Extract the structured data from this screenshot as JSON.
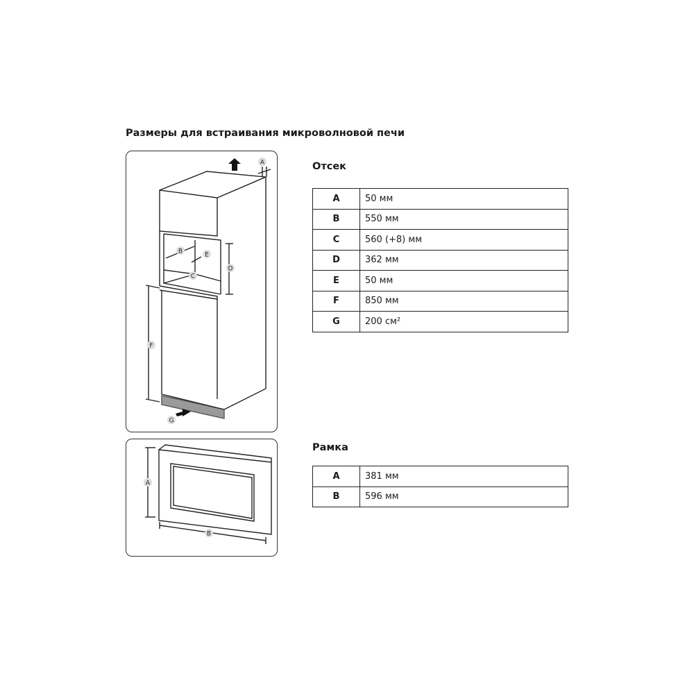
{
  "title": "Размеры для встраивания микроволновой печи",
  "compartment": {
    "heading": "Отсек",
    "rows": [
      {
        "key": "A",
        "value": "50 мм"
      },
      {
        "key": "B",
        "value": "550 мм"
      },
      {
        "key": "C",
        "value": "560 (+8) мм"
      },
      {
        "key": "D",
        "value": "362 мм"
      },
      {
        "key": "E",
        "value": "50 мм"
      },
      {
        "key": "F",
        "value": "850 мм"
      },
      {
        "key": "G",
        "value": "200 см²"
      }
    ]
  },
  "frame": {
    "heading": "Рамка",
    "rows": [
      {
        "key": "A",
        "value": "381 мм"
      },
      {
        "key": "B",
        "value": "596 мм"
      }
    ]
  },
  "diagram_labels": {
    "cabinet": [
      "A",
      "B",
      "C",
      "D",
      "E",
      "F",
      "G"
    ],
    "frame": [
      "A",
      "B"
    ]
  }
}
